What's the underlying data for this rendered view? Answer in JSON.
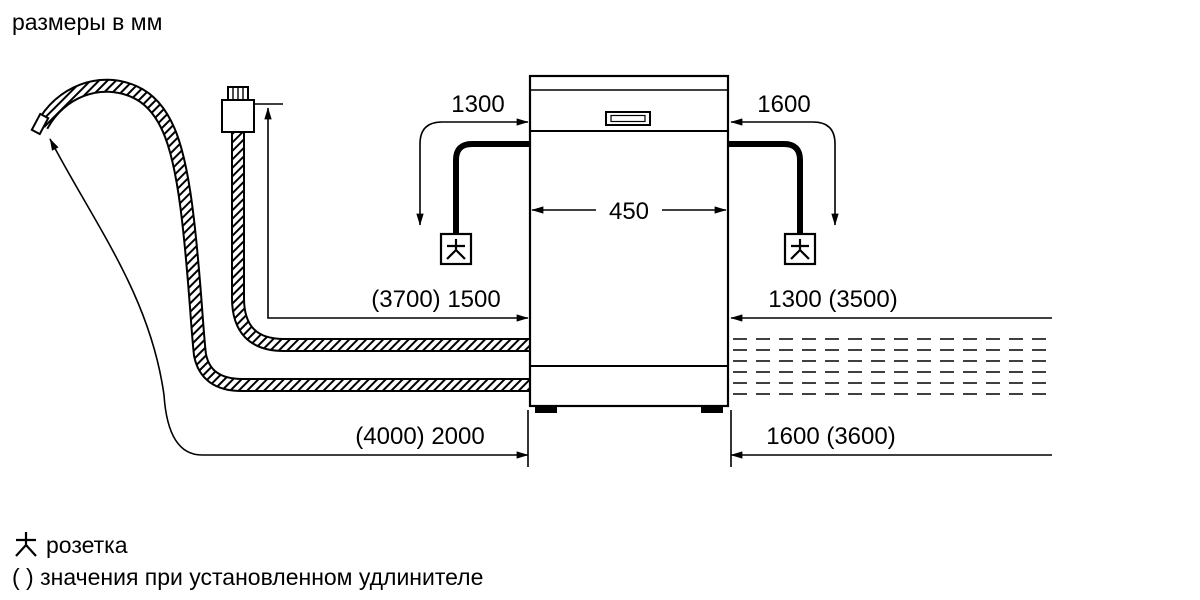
{
  "title": "размеры в мм",
  "dimensions": {
    "cord_left": "1300",
    "cord_right": "1600",
    "appliance_width": "450",
    "supply_hose": "(3700) 1500",
    "right_middle": "1300 (3500)",
    "bottom_left": "(4000) 2000",
    "bottom_right": "1600 (3600)"
  },
  "legend": {
    "socket_label": "розетка",
    "extension_note": "( ) значения при установленном удлинителе"
  },
  "icons": {
    "socket_left": "power-socket-icon",
    "socket_right": "power-socket-icon",
    "legend_socket": "power-socket-icon",
    "valve": "aquastop-valve-icon"
  },
  "colors": {
    "line": "#000000",
    "background": "#ffffff"
  }
}
